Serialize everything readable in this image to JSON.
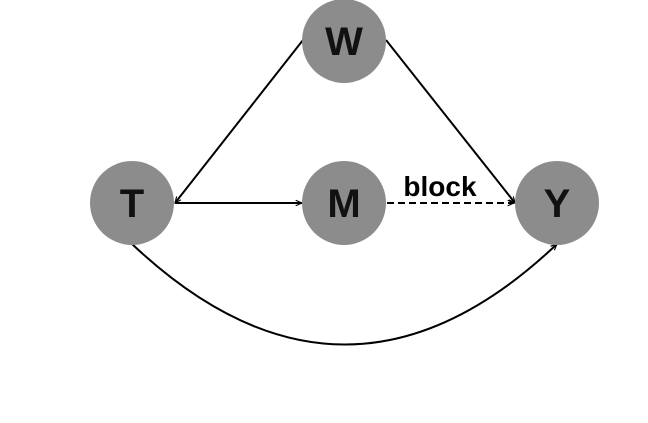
{
  "nodes": {
    "w": {
      "label": "W"
    },
    "t": {
      "label": "T"
    },
    "m": {
      "label": "M"
    },
    "y": {
      "label": "Y"
    }
  },
  "edges": {
    "m_to_y_label": "block"
  },
  "colors": {
    "node_fill": "#8c8c8c",
    "edge": "#000000",
    "background": "#ffffff"
  }
}
